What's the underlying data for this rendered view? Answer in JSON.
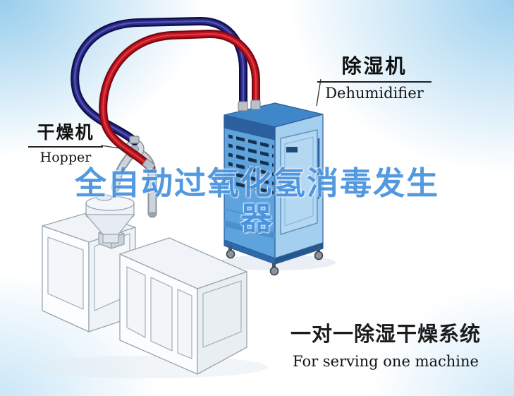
{
  "labels": {
    "dehumidifier_zh": "除湿机",
    "dehumidifier_en": "Dehumidifier",
    "hopper_zh": "干燥机",
    "hopper_en": "Hopper"
  },
  "title": {
    "line1": "全自动过氧化氢消毒发生",
    "line2": "器"
  },
  "caption": {
    "zh": "一对一除湿干燥系统",
    "en": "For serving one machine"
  },
  "colors": {
    "title_blue": "#4a94de",
    "hose_red": "#c01420",
    "hose_navy": "#1b1b6e",
    "machine_blue": "#5fa3dc",
    "machine_blue_dark": "#2b5f9e",
    "machine_blue_light": "#a5cfee"
  }
}
